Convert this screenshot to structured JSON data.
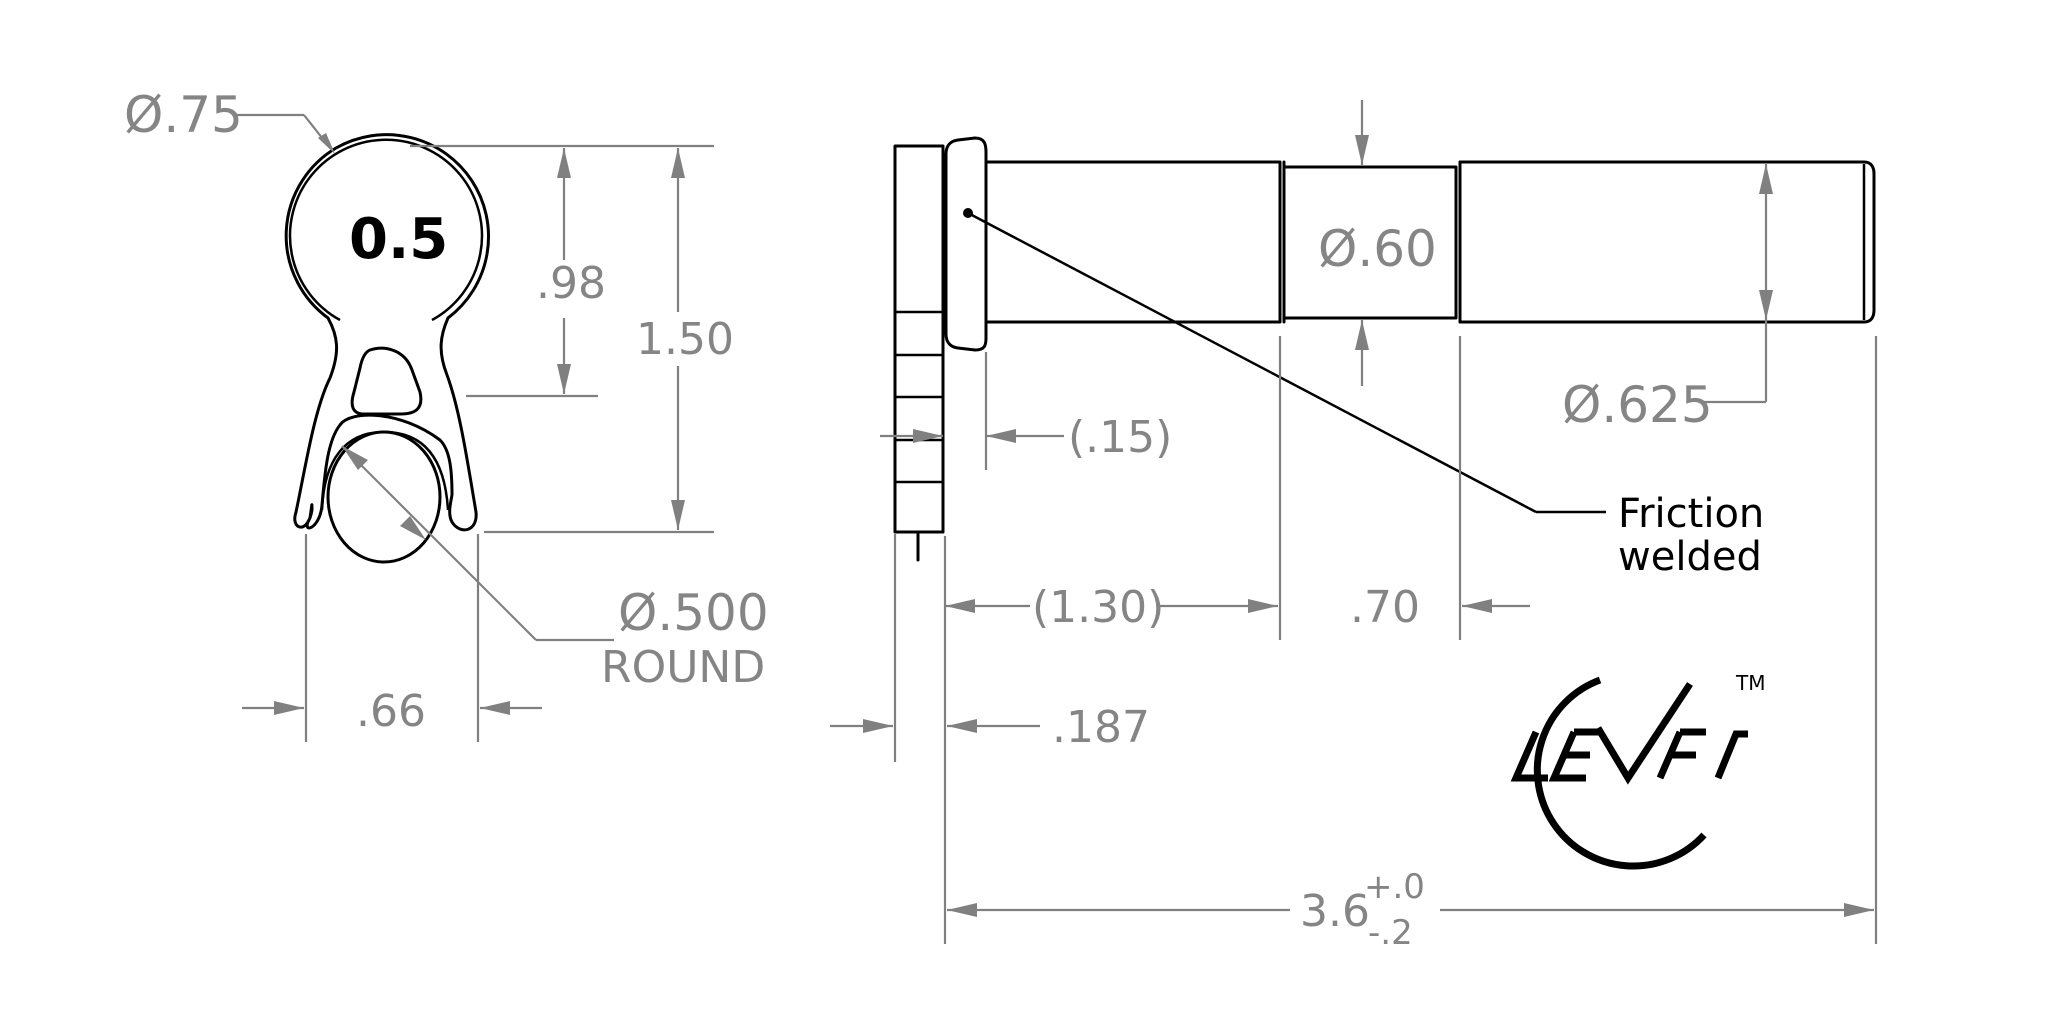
{
  "left_view": {
    "engraved_size": "0.5",
    "dim_head_dia": "Ø.75",
    "dim_mid_height": ".98",
    "dim_overall_height": "1.50",
    "dim_round_dia": "Ø.500",
    "dim_round_label": "ROUND",
    "dim_width": ".66"
  },
  "right_view": {
    "dim_shoulder_dia": "Ø.60",
    "dim_shaft_dia": "Ø.625",
    "dim_offset": "(.15)",
    "dim_shank_length": "(1.30)",
    "dim_groove_length": ".70",
    "dim_plate_thickness": ".187",
    "dim_overall_length": "3.6",
    "dim_tol_plus": "+.0",
    "dim_tol_minus": "-.2",
    "note_line1": "Friction",
    "note_line2": "welded"
  },
  "logo": {
    "trademark": "TM"
  }
}
